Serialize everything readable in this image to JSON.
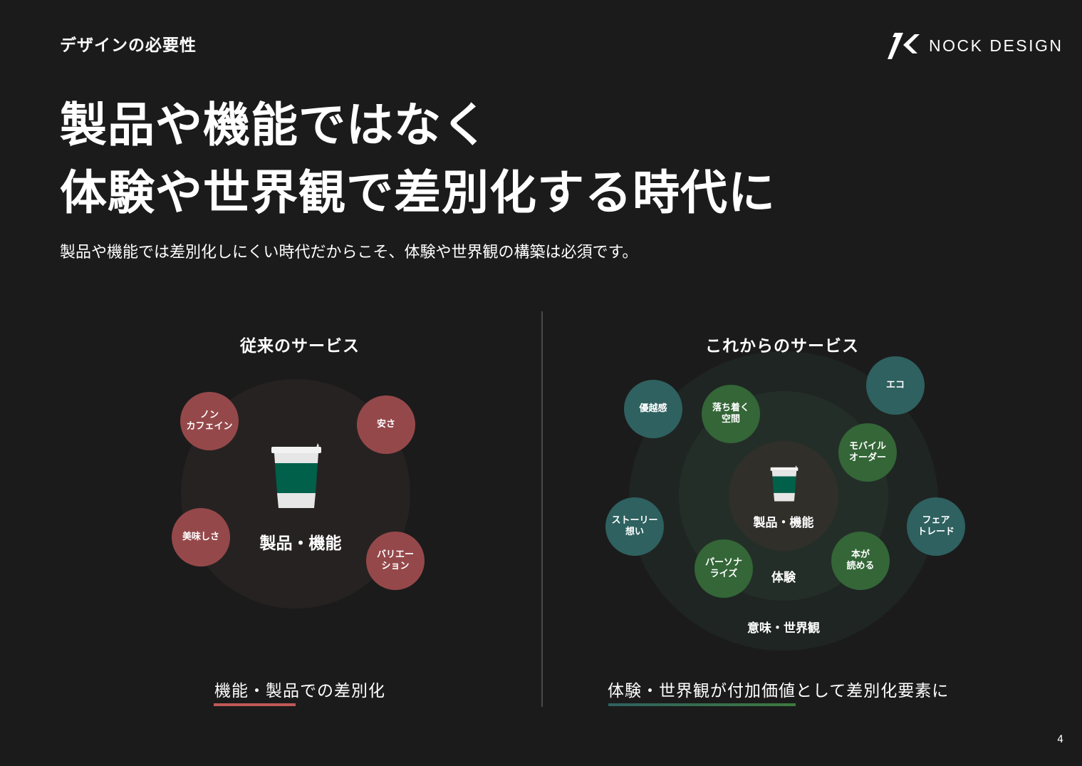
{
  "header": {
    "section_label": "デザインの必要性",
    "logo_text": "NOCK DESIGN"
  },
  "title": {
    "line1": "製品や機能ではなく",
    "line2": "体験や世界観で差別化する時代に"
  },
  "subtitle": "製品や機能では差別化しにくい時代だからこそ、体験や世界観の構築は必須です。",
  "left_panel": {
    "heading": "従来のサービス",
    "center_label": "製品・機能",
    "bubbles": [
      {
        "line1": "ノン",
        "line2": "カフェイン"
      },
      {
        "line1": "安さ",
        "line2": ""
      },
      {
        "line1": "美味しさ",
        "line2": ""
      },
      {
        "line1": "バリエー",
        "line2": "ション"
      }
    ],
    "footer": "機能・製品での差別化",
    "accent_color": "#c05a58"
  },
  "right_panel": {
    "heading": "これからのサービス",
    "core_label": "製品・機能",
    "middle_label": "体験",
    "outer_label": "意味・世界観",
    "teal_bubbles": [
      {
        "line1": "優越感",
        "line2": ""
      },
      {
        "line1": "エコ",
        "line2": ""
      },
      {
        "line1": "ストーリー",
        "line2": "想い"
      },
      {
        "line1": "フェア",
        "line2": "トレード"
      }
    ],
    "green_bubbles": [
      {
        "line1": "落ち着く",
        "line2": "空間"
      },
      {
        "line1": "モバイル",
        "line2": "オーダー"
      },
      {
        "line1": "パーソナ",
        "line2": "ライズ"
      },
      {
        "line1": "本が",
        "line2": "読める"
      }
    ],
    "footer": "体験・世界観が付加価値として差別化要素に",
    "accent_color_start": "#2e6160",
    "accent_color_end": "#3d7a3e"
  },
  "page_number": "4"
}
